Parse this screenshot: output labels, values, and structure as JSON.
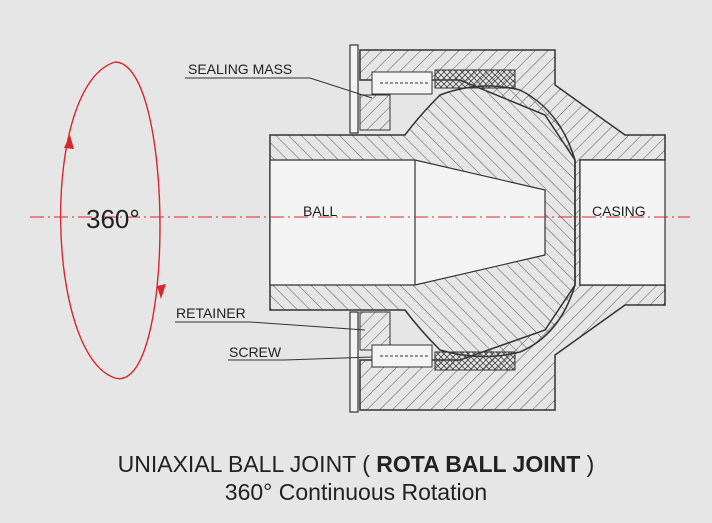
{
  "labels": {
    "sealing_mass": "SEALING MASS",
    "ball": "BALL",
    "casing": "CASING",
    "retainer": "RETAINER",
    "screw": "SCREW",
    "rotation": "360°"
  },
  "caption": {
    "line1_prefix": "UNIAXIAL BALL JOINT (",
    "line1_bold": "ROTA BALL JOINT",
    "line1_suffix": ")",
    "line2": "360° Continuous Rotation"
  },
  "colors": {
    "background": "#e6e6e6",
    "part_fill": "#f4f4f4",
    "line": "#333333",
    "hatch": "#555555",
    "rotation_arrow": "#d9262c",
    "center_line": "#d9262c"
  }
}
